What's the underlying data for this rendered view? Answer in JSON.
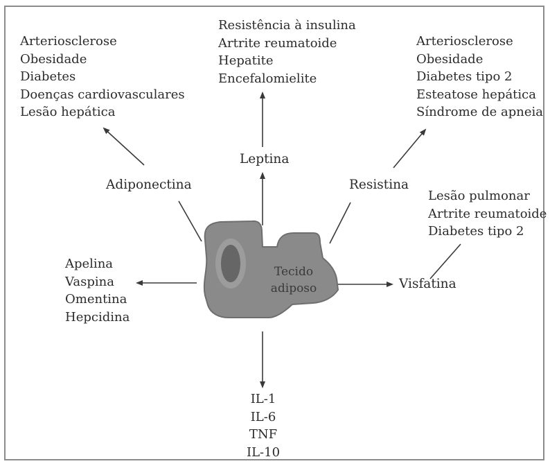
{
  "center": {
    "label_line1": "Tecido",
    "label_line2": "adiposo"
  },
  "adipokines": {
    "adiponectina": {
      "label": "Adiponectina",
      "conditions": [
        "Arteriosclerose",
        "Obesidade",
        "Diabetes",
        "Doenças cardiovasculares",
        "Lesão hepática"
      ]
    },
    "leptina": {
      "label": "Leptina",
      "conditions": [
        "Resistência à insulina",
        "Artrite reumatoide",
        "Hepatite",
        "Encefalomielite"
      ]
    },
    "resistina": {
      "label": "Resistina",
      "conditions": [
        "Arteriosclerose",
        "Obesidade",
        "Diabetes tipo 2",
        "Esteatose hepática",
        "Síndrome de apneia"
      ]
    },
    "visfatina": {
      "label": "Visfatina",
      "conditions": [
        "Lesão pulmonar",
        "Artrite reumatoide",
        "Diabetes tipo 2"
      ]
    }
  },
  "other_adipokines": [
    "Apelina",
    "Vaspina",
    "Omentina",
    "Hepcidina"
  ],
  "cytokines": [
    "IL-1",
    "IL-6",
    "TNF",
    "IL-10"
  ],
  "colors": {
    "tissue_fill": "#8a8a8a",
    "tissue_outline": "#6e6e6e",
    "vessel_fill": "#666666",
    "vessel_ring": "#9c9c9c",
    "line": "#3a3a3a",
    "frame": "#8c8c8c",
    "text": "#2b2b2b"
  }
}
